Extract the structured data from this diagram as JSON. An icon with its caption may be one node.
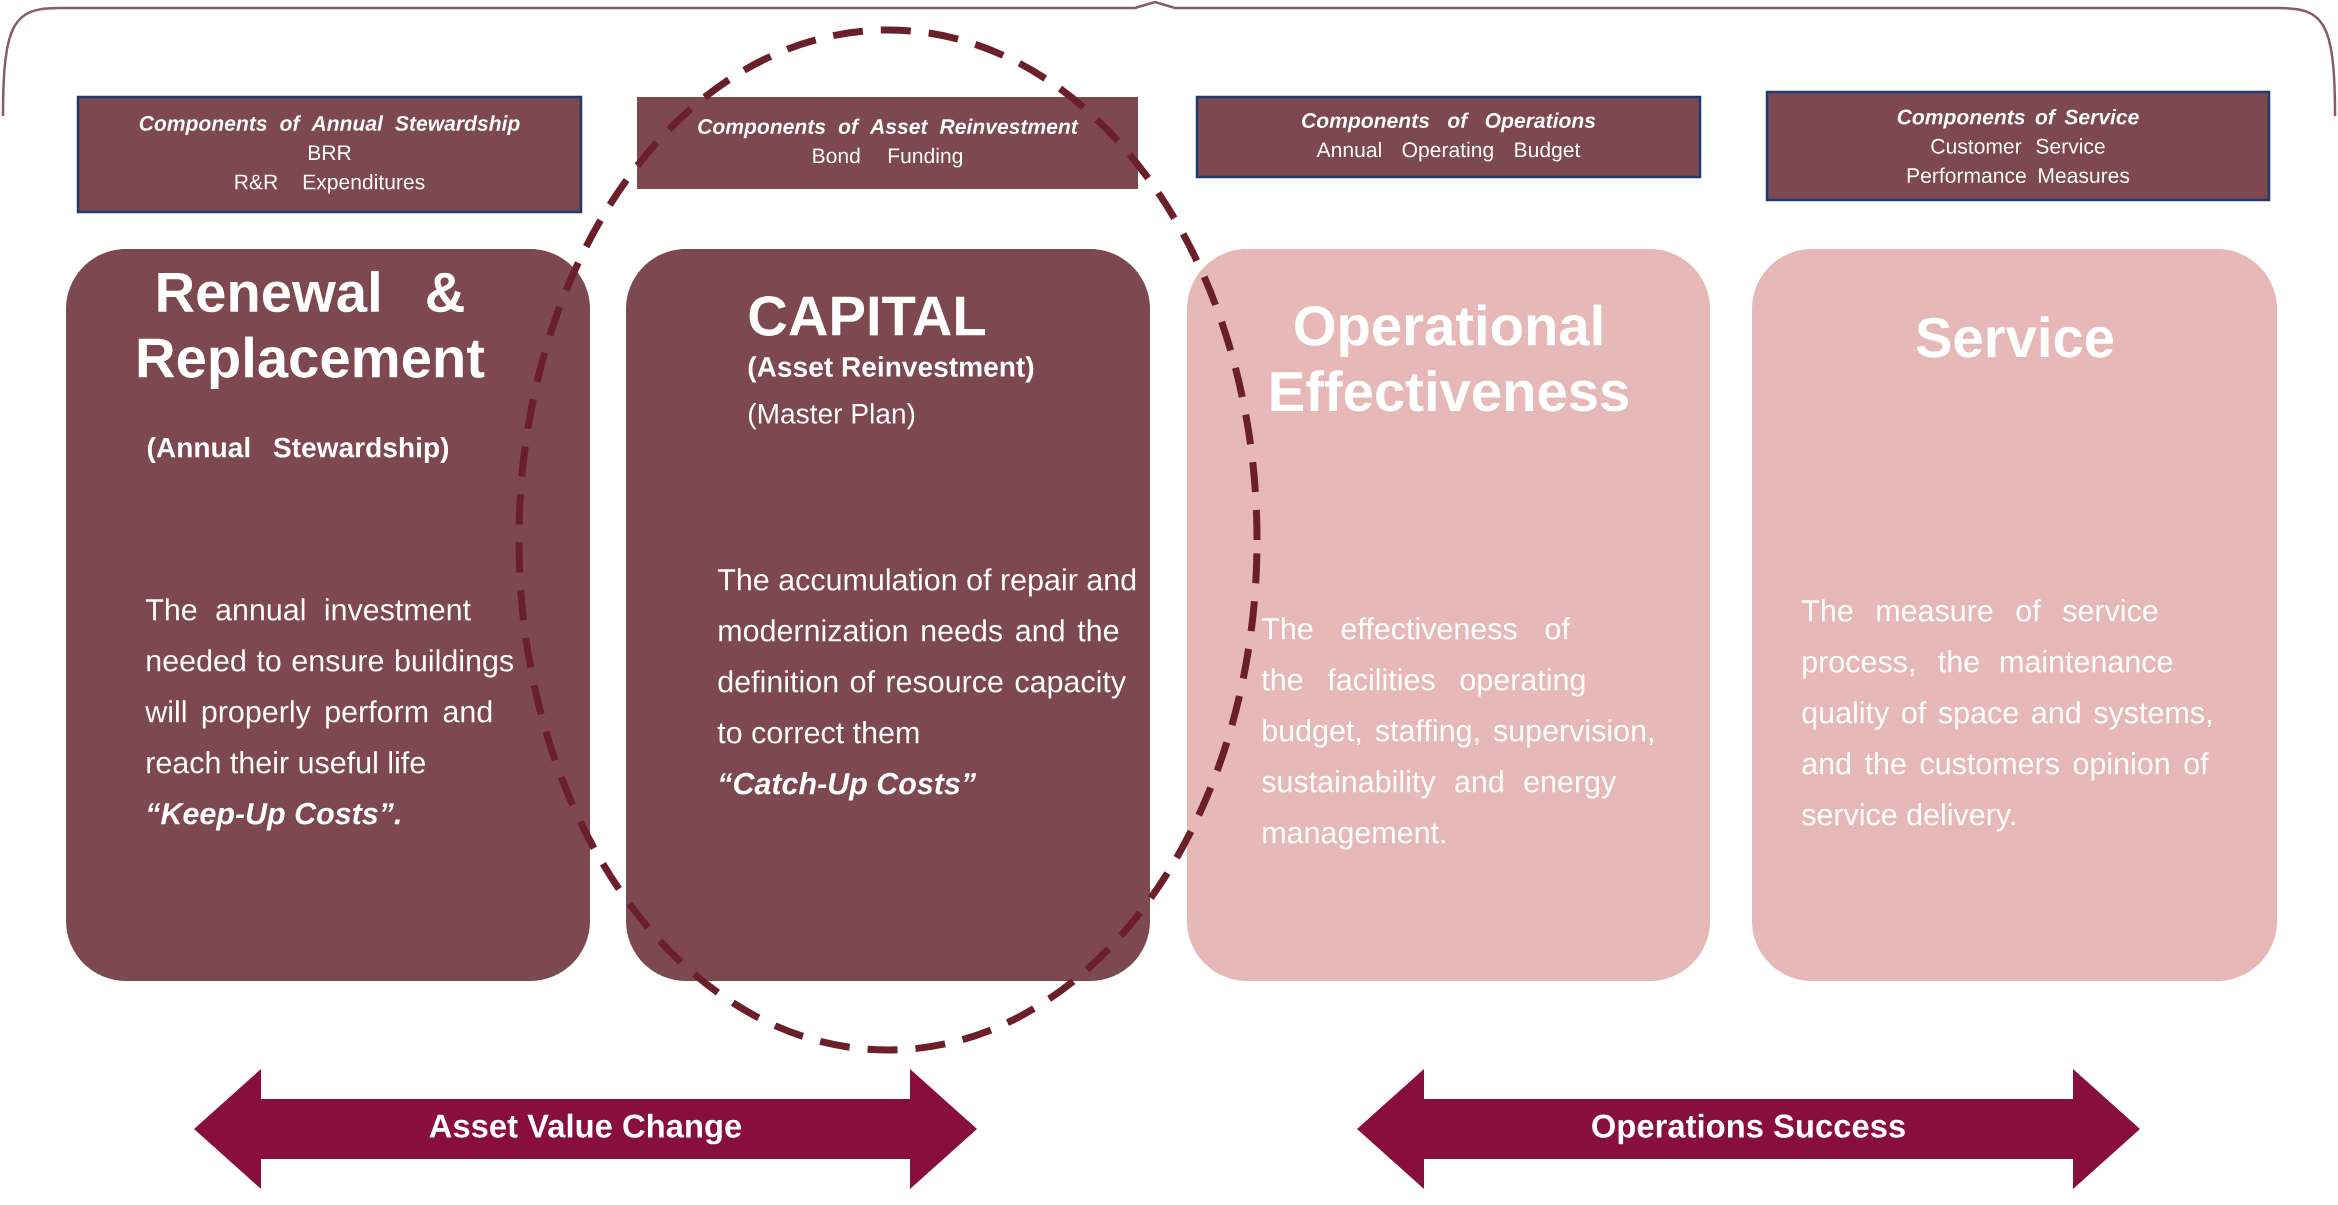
{
  "diagram": {
    "nodes": [
      {
        "text": [
          "Components of Annual Stewardship",
          "BRR",
          "R&R Expenditures"
        ]
      },
      {
        "text": [
          "Components of Asset Reinvestment",
          "Bond Funding"
        ]
      },
      {
        "text": [
          "Components of Operations",
          "Annual Operating Budget"
        ]
      },
      {
        "text": [
          "Components of Service",
          "Customer Service Performance Measures"
        ]
      },
      {
        "text": [
          "Renewal & Replacement",
          "(Annual Stewardship)",
          "The annual investment needed to ensure buildings will properly perform and reach their useful life",
          "“Keep-Up Costs”."
        ]
      },
      {
        "text": [
          "CAPITAL",
          "(Asset Reinvestment)",
          "(Master Plan)",
          "The accumulation of repair and modernization needs and the definition of resource capacity to correct them",
          "“Catch-Up Costs”"
        ]
      },
      {
        "text": [
          "Operational Effectiveness",
          "The effectiveness of the facilities operating budget, staffing, supervision, sustainability and energy management."
        ]
      },
      {
        "text": [
          "Service",
          "The measure of service process, the maintenance quality of space and systems, and the customers opinion of service delivery."
        ]
      },
      {
        "text": [
          "Asset Value Change"
        ]
      },
      {
        "text": [
          "Operations Success"
        ]
      }
    ]
  }
}
